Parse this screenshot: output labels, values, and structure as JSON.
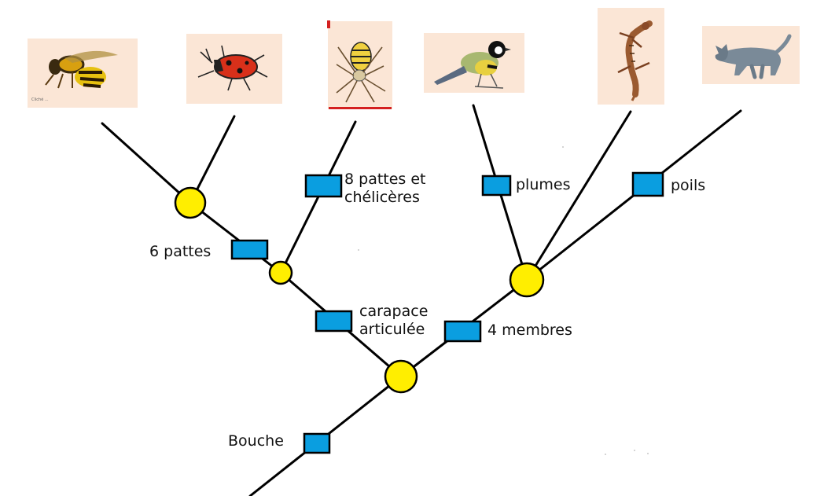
{
  "colors": {
    "line": "#000000",
    "node": "#ffee00",
    "trait_box": "#0a9ee0",
    "photo_bg": "#fbe6d6",
    "red_mark": "#d42020"
  },
  "organisms": [
    {
      "id": "wasp",
      "icon": "wasp-image"
    },
    {
      "id": "firebug",
      "icon": "firebug-image"
    },
    {
      "id": "spider",
      "icon": "spider-image"
    },
    {
      "id": "bird",
      "icon": "great-tit-image"
    },
    {
      "id": "lizard",
      "icon": "lizard-image"
    },
    {
      "id": "cat",
      "icon": "cat-image"
    }
  ],
  "traits": {
    "bouche": "Bouche",
    "carapace": "carapace articulée",
    "six_pattes": "6 pattes",
    "huit_pattes": "8 pattes et chélicères",
    "quatre_membres": "4 membres",
    "plumes": "plumes",
    "poils": "poils"
  },
  "photo_caption": "Cliché ...",
  "nodes": [
    "root-node",
    "arthropod-node",
    "arachnid-insect-node",
    "insect-node",
    "vertebrate-node"
  ]
}
